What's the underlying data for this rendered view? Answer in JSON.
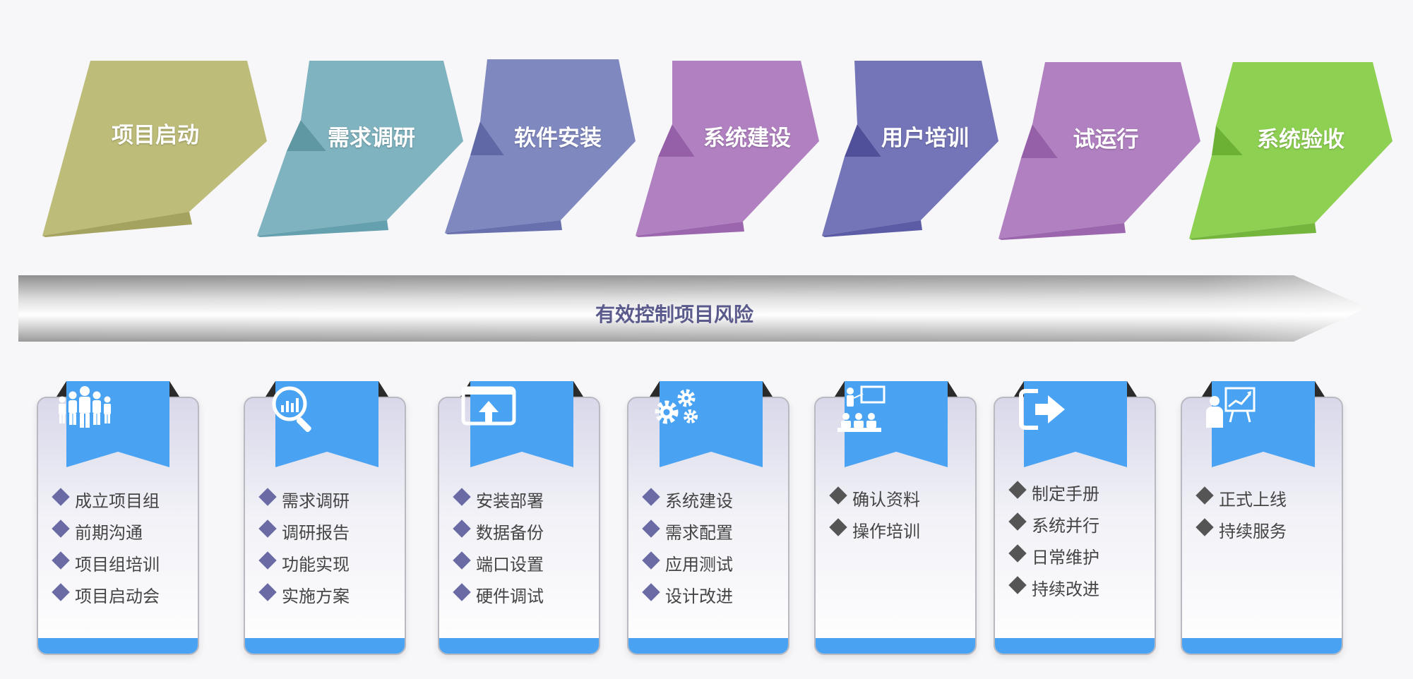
{
  "steps": [
    {
      "label": "项目启动",
      "color": "#bdbc79"
    },
    {
      "label": "需求调研",
      "color": "#7fb3bf"
    },
    {
      "label": "软件安装",
      "color": "#8088c0"
    },
    {
      "label": "系统建设",
      "color": "#b080c0"
    },
    {
      "label": "用户培训",
      "color": "#7474b8"
    },
    {
      "label": "试运行",
      "color": "#b080c0"
    },
    {
      "label": "系统验收",
      "color": "#8ed051"
    }
  ],
  "arrow": {
    "label": "有效控制项目风险"
  },
  "theme": {
    "banner_color": "#4aa3f2",
    "banner_shadow": "#2b2b2b"
  },
  "cards": [
    {
      "icon": "team-icon",
      "diamond_color": "#6a6aa5",
      "items": [
        "成立项目组",
        "前期沟通",
        "项目组培训",
        "项目启动会"
      ]
    },
    {
      "icon": "analysis-magnifier-icon",
      "diamond_color": "#6a6aa5",
      "items": [
        "需求调研",
        "调研报告",
        "功能实现",
        "实施方案"
      ]
    },
    {
      "icon": "upload-window-icon",
      "diamond_color": "#6a6aa5",
      "items": [
        "安装部署",
        "数据备份",
        "端口设置",
        "硬件调试"
      ]
    },
    {
      "icon": "gears-icon",
      "diamond_color": "#6a6aa5",
      "items": [
        "系统建设",
        "需求配置",
        "应用测试",
        "设计改进"
      ]
    },
    {
      "icon": "training-presentation-icon",
      "diamond_color": "#555555",
      "items": [
        "确认资料",
        "操作培训"
      ]
    },
    {
      "icon": "exit-arrow-icon",
      "diamond_color": "#555555",
      "items": [
        "制定手册",
        "系统并行",
        "日常维护",
        "持续改进"
      ]
    },
    {
      "icon": "presenter-chart-icon",
      "diamond_color": "#555555",
      "items": [
        "正式上线",
        "持续服务"
      ]
    }
  ]
}
